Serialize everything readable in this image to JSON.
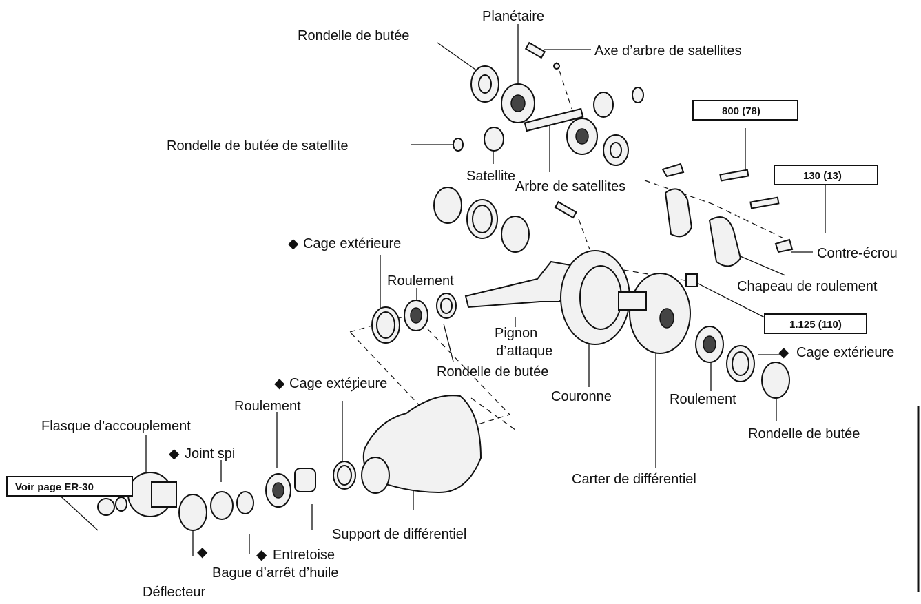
{
  "labels": {
    "planetaire": "Planétaire",
    "rondelle_butee_top": "Rondelle de butée",
    "axe_arbre": "Axe d’arbre de satellites",
    "rondelle_butee_satellite": "Rondelle de butée de satellite",
    "satellite": "Satellite",
    "arbre_satellites": "Arbre de satellites",
    "cage_ext_left": "Cage extérieure",
    "roulement_left": "Roulement",
    "pignon_attaque_1": "Pignon",
    "pignon_attaque_2": "d’attaque",
    "rondelle_butee_mid": "Rondelle de butée",
    "couronne": "Couronne",
    "contre_ecrou": "Contre-écrou",
    "chapeau_roulement": "Chapeau de roulement",
    "cage_ext_right": "Cage extérieure",
    "roulement_right": "Roulement",
    "rondelle_butee_right": "Rondelle de butée",
    "carter_diff": "Carter de différentiel",
    "cage_ext_bottom": "Cage extérieure",
    "roulement_bottom": "Roulement",
    "flasque": "Flasque d’accouplement",
    "joint_spi": "Joint spi",
    "support_diff": "Support de différentiel",
    "entretoise": "Entretoise",
    "bague_arret": "Bague d’arrêt d’huile",
    "deflecteur": "Déflecteur"
  },
  "callouts": {
    "torque_800": "800 (78)",
    "torque_130": "130 (13)",
    "torque_1125": "1.125 (110)",
    "voir_page": "Voir page ER-30"
  },
  "marker_symbol": "◆"
}
